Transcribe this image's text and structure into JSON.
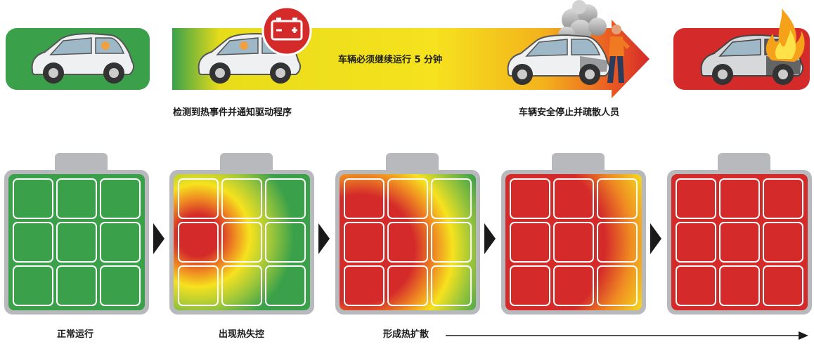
{
  "top": {
    "banner_text": "车辆必须继续运行 5 分钟",
    "label_detect": "检测到热事件并通知驱动程序",
    "label_stop": "车辆安全停止并疏散人员"
  },
  "bottom": {
    "stage_labels": [
      "正常运行",
      "出现热失控",
      "形成热扩散"
    ]
  },
  "colors": {
    "green": "#3aa14a",
    "red": "#d42a2a",
    "yellow": "#f2d21a",
    "orange": "#f08a1a",
    "cap_gray": "#b7b9bc"
  },
  "icons": [
    "battery-warning-icon",
    "car-icon",
    "smoke-icon",
    "fire-icon",
    "person-icon"
  ]
}
